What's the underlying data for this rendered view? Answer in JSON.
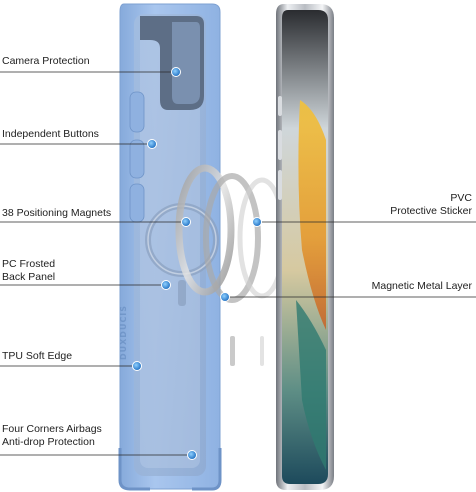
{
  "labels": {
    "camera_protection": "Camera Protection",
    "independent_buttons": "Independent Buttons",
    "positioning_magnets": "38 Positioning Magnets",
    "pc_frosted_line1": "PC Frosted",
    "pc_frosted_line2": "Back Panel",
    "tpu_soft_edge": "TPU Soft Edge",
    "four_corners_line1": "Four Corners Airbags",
    "four_corners_line2": "Anti-drop Protection",
    "pvc_line1": "PVC",
    "pvc_line2": "Protective Sticker",
    "magnetic_metal_layer": "Magnetic Metal Layer"
  },
  "case_brand_text": "DUXDUCIS",
  "colors": {
    "case_blue": "#9dbde8",
    "case_blue_dark": "#7fa3d6",
    "marker_blue": "#2f86d6",
    "leader_line": "#2a2a2a",
    "label_text": "#1e1e1e",
    "phone_frame": "#c9ccd1"
  },
  "icons": [
    "callout-dot-icon",
    "magsafe-ring-icon"
  ]
}
